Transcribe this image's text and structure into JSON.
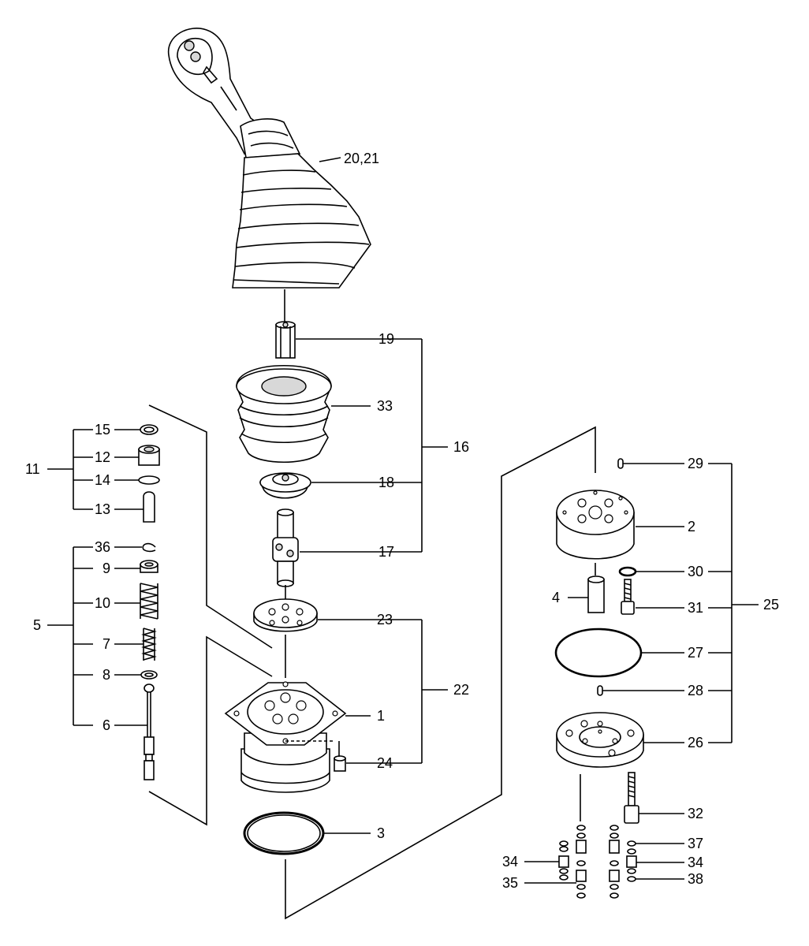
{
  "labels": {
    "l_20_21": "20,21",
    "l_19": "19",
    "l_33": "33",
    "l_16": "16",
    "l_18": "18",
    "l_17": "17",
    "l_23": "23",
    "l_22": "22",
    "l_1": "1",
    "l_24": "24",
    "l_3": "3",
    "l_15": "15",
    "l_12": "12",
    "l_11": "11",
    "l_14": "14",
    "l_13": "13",
    "l_36": "36",
    "l_9": "9",
    "l_10": "10",
    "l_5": "5",
    "l_7": "7",
    "l_8": "8",
    "l_6": "6",
    "l_29": "29",
    "l_2": "2",
    "l_30": "30",
    "l_4": "4",
    "l_31": "31",
    "l_25": "25",
    "l_27": "27",
    "l_28": "28",
    "l_26": "26",
    "l_32": "32",
    "l_37": "37",
    "l_34a": "34",
    "l_34b": "34",
    "l_35": "35",
    "l_38": "38"
  }
}
